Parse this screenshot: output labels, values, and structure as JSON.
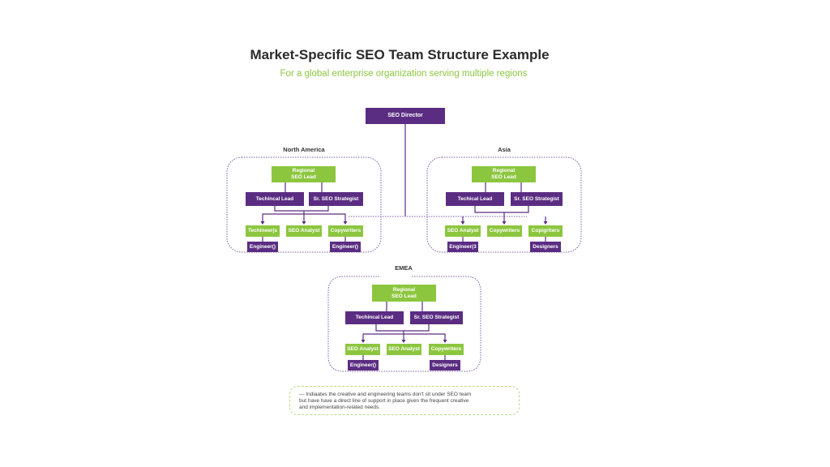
{
  "header": {
    "title": "Market-Specific SEO Team Structure Example",
    "subtitle": "For a global enterprise organization serving multiple regions"
  },
  "colors": {
    "primary_purple": "#5b2d82",
    "accent_green": "#8cc63f",
    "dotted_border": "#7b5ea7",
    "note_border": "#b8d98a"
  },
  "director": {
    "label": "SEO Director"
  },
  "regions": {
    "north_america": {
      "name": "North America",
      "lead": "Regional\nSEO Lead",
      "managers": [
        "Techincal Lead",
        "Sr. SEO Strategist"
      ],
      "roles": [
        "Techineer(s",
        "SEO Analyst",
        "Copywriters"
      ],
      "support": [
        "Engineer()",
        "Engineer()"
      ]
    },
    "asia": {
      "name": "Asia",
      "lead": "Regional\nSEO Lead",
      "managers": [
        "Techical Lead",
        "Sr. SEO Strategist"
      ],
      "roles": [
        "SEO Analyst",
        "Copywriters",
        "Copigriters"
      ],
      "support": [
        "Engineer(3",
        "Designers"
      ]
    },
    "emea": {
      "name": "EMEA",
      "lead": "Regional\nSEO Lead",
      "managers": [
        "Techincal Lead",
        "Sr. SEO Strategist"
      ],
      "roles": [
        "SEO Analyst",
        "SEO Analyst",
        "Copywriters"
      ],
      "support": [
        "Engineer()",
        "Designers"
      ]
    }
  },
  "note": {
    "line1": "--- Indiaates the creative and engineering teams don't sit under SEO team",
    "line2": "but have have a direct line of support  in place given the frequent creative",
    "line3": "and implementation-related needs."
  }
}
